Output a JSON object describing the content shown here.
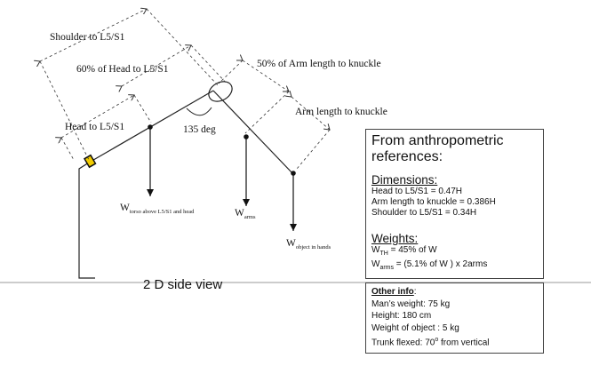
{
  "diagram": {
    "labels": {
      "shoulder_to_l5": "Shoulder to L5/S1",
      "sixty_pct_head": "60% of Head to L5/S1",
      "fifty_pct_arm": "50% of Arm length to knuckle",
      "arm_length": "Arm length to knuckle",
      "head_to_l5": "Head to L5/S1",
      "angle": "135 deg",
      "w_torso_main": "W",
      "w_torso_sub": "torso above L5/S1 and head",
      "w_arms_main": "W",
      "w_arms_sub": "arms",
      "w_object_main": "W",
      "w_object_sub": "object in hands"
    },
    "caption": "2 D side view"
  },
  "references": {
    "heading_line1": "From anthropometric",
    "heading_line2": "references:",
    "dimensions_title": "Dimensions:",
    "dimensions": [
      "Head to L5/S1 = 0.47H",
      "Arm length to knuckle = 0.386H",
      "Shoulder to L5/S1 = 0.34H"
    ],
    "weights_title": "Weights:",
    "weights": {
      "wth_prefix": "W",
      "wth_sub": "TH",
      "wth_rest": " = 45% of W",
      "warms_prefix": "W",
      "warms_sub": "arms",
      "warms_rest": " = (5.1% of W ) x 2arms"
    }
  },
  "other_info": {
    "title": "Other info",
    "title_colon": ":",
    "items": [
      "Man’s weight: 75 kg",
      "Height: 180 cm",
      "Weight of object :  5 kg",
      "Trunk flexed: 70",
      "o",
      " from vertical"
    ]
  }
}
